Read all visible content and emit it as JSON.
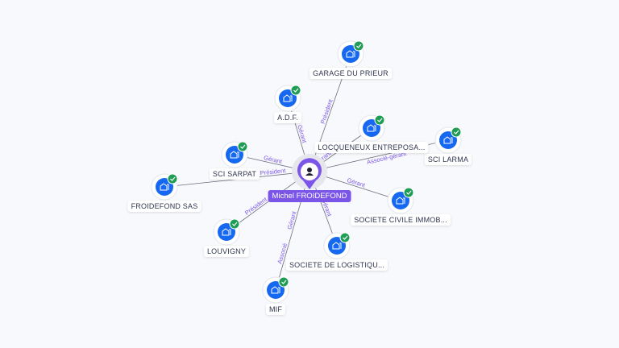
{
  "center": {
    "name": "Michel FROIDEFOND",
    "icon": "person-icon"
  },
  "colors": {
    "accent": "#7a55e8",
    "node": "#1668f0",
    "check": "#1f9d55",
    "edge": "#6b7080"
  },
  "nodes": [
    {
      "name": "GARAGE DU PRIEUR",
      "relation": "Président"
    },
    {
      "name": "A.D.F.",
      "relation": "Gérant"
    },
    {
      "name": "LOCQUENEUX ENTREPOSA...",
      "relation": "Gérant"
    },
    {
      "name": "SCI LARMA",
      "relation": "Associé-gérant"
    },
    {
      "name": "SCI SARPAT",
      "relation": "Gérant"
    },
    {
      "name": "FROIDEFOND SAS",
      "relation": "Président"
    },
    {
      "name": "SOCIETE CIVILE IMMOB...",
      "relation": "Gérant"
    },
    {
      "name": "LOUVIGNY",
      "relation": "Président"
    },
    {
      "name": "SOCIETE DE LOGISTIQU...",
      "relation": "Gérant"
    },
    {
      "name": "MIF",
      "relation": "Gérant",
      "relation2": "Associé"
    }
  ]
}
